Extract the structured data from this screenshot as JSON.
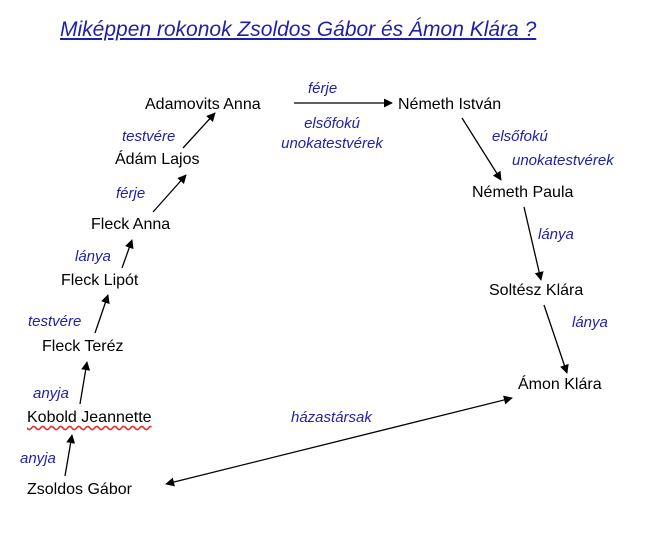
{
  "title": "Miképpen rokonok Zsoldos Gábor és Ámon Klára ?",
  "people": {
    "adamovits_anna": "Adamovits Anna",
    "nemeth_istvan": "Németh István",
    "adam_lajos": "Ádám Lajos",
    "nemeth_paula": "Németh Paula",
    "fleck_anna": "Fleck Anna",
    "fleck_lipot": "Fleck Lipót",
    "soltesz_klara": "Soltész Klára",
    "fleck_terez": "Fleck Teréz",
    "amon_klara": "Ámon Klára",
    "kobold_jeannette": "Kobold Jeannette",
    "zsoldos_gabor": "Zsoldos Gábor"
  },
  "relations": {
    "ferje_top": "férje",
    "elsofoku_1": "elsőfokú",
    "unokatestverek_1": "unokatestvérek",
    "elsofoku_2": "elsőfokú",
    "unokatestverek_2": "unokatestvérek",
    "testvere_top": "testvére",
    "ferje_left": "férje",
    "lanya_left": "lánya",
    "testvere_bottom": "testvére",
    "anyja_1": "anyja",
    "anyja_2": "anyja",
    "lanya_right_1": "lánya",
    "lanya_right_2": "lánya",
    "hazastarsak": "házastársak"
  }
}
